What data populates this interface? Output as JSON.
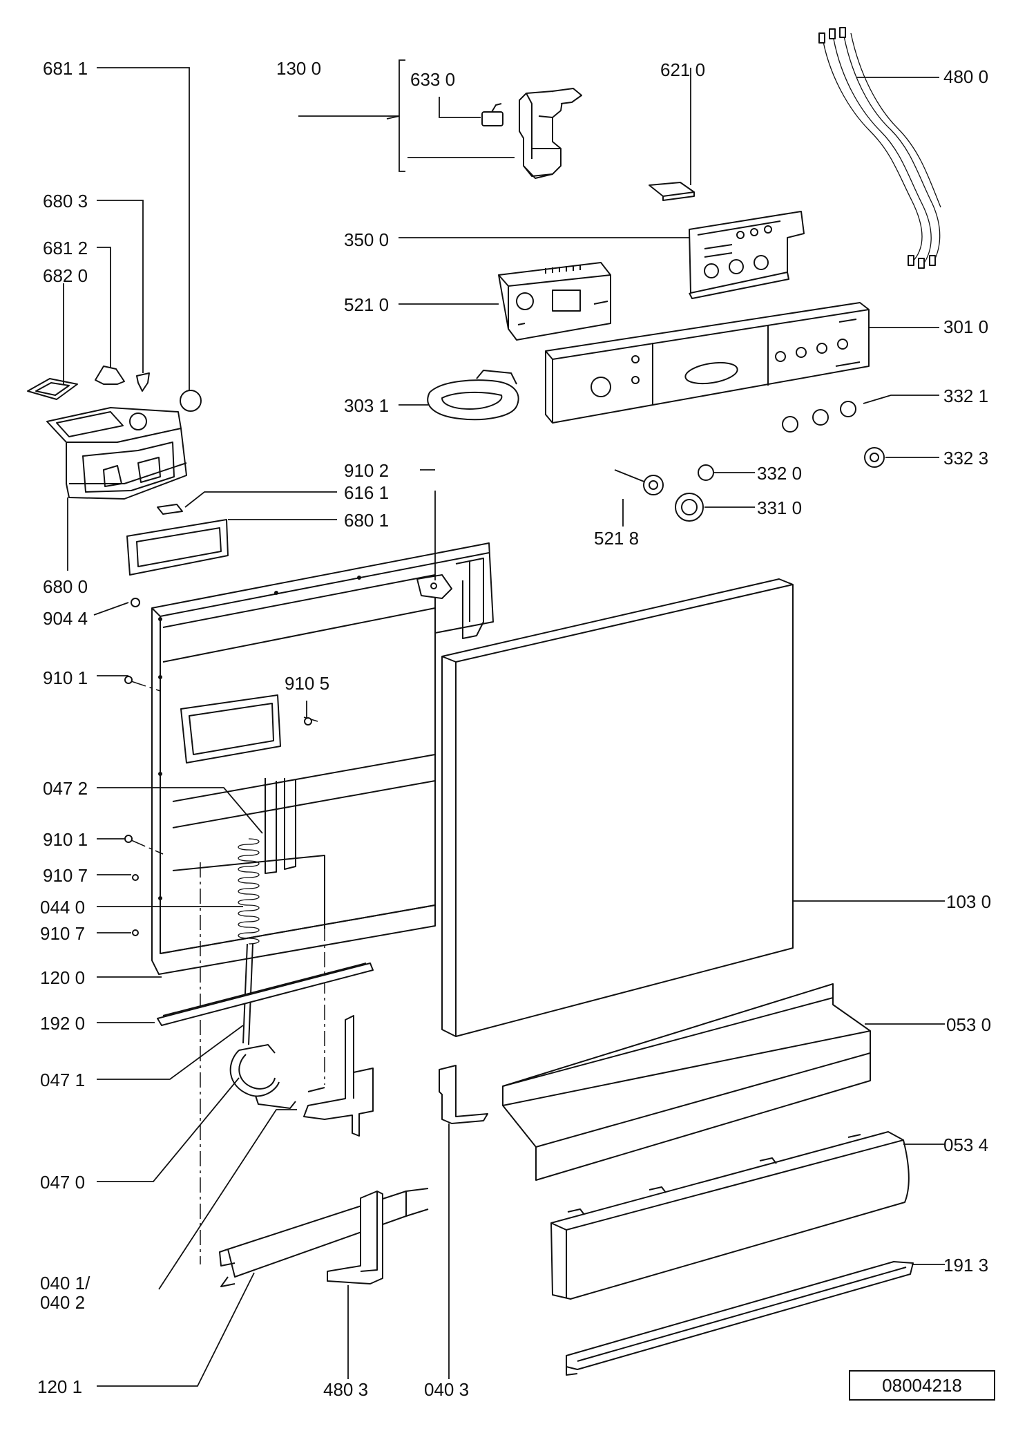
{
  "labels": {
    "l6811": "681 1",
    "l1300": "130 0",
    "l6330": "633 0",
    "l6210": "621 0",
    "l4800": "480 0",
    "l6803": "680 3",
    "l6812": "681 2",
    "l6820": "682 0",
    "l3500": "350 0",
    "l5210": "521 0",
    "l3010": "301 0",
    "l3031": "303 1",
    "l3321": "332 1",
    "l3323": "332 3",
    "l3320": "332 0",
    "l3310": "331 0",
    "l5218": "521 8",
    "l9102a": "910 2",
    "l6161": "616 1",
    "l6801": "680 1",
    "l6800": "680 0",
    "l9044": "904 4",
    "l9101a": "910 1",
    "l9105": "910 5",
    "l0472": "047 2",
    "l9101b": "910 1",
    "l9107a": "910 7",
    "l0440": "044 0",
    "l9107b": "910 7",
    "l1200": "120 0",
    "l1920": "192 0",
    "l0471": "047 1",
    "l0470": "047 0",
    "l0401": "040 1/",
    "l0402": "040 2",
    "l1201": "120 1",
    "l4803": "480 3",
    "l0403": "040 3",
    "l1030": "103 0",
    "l0530": "053 0",
    "l0534": "053 4",
    "l1913": "191 3"
  },
  "drawing_number": "08004218"
}
